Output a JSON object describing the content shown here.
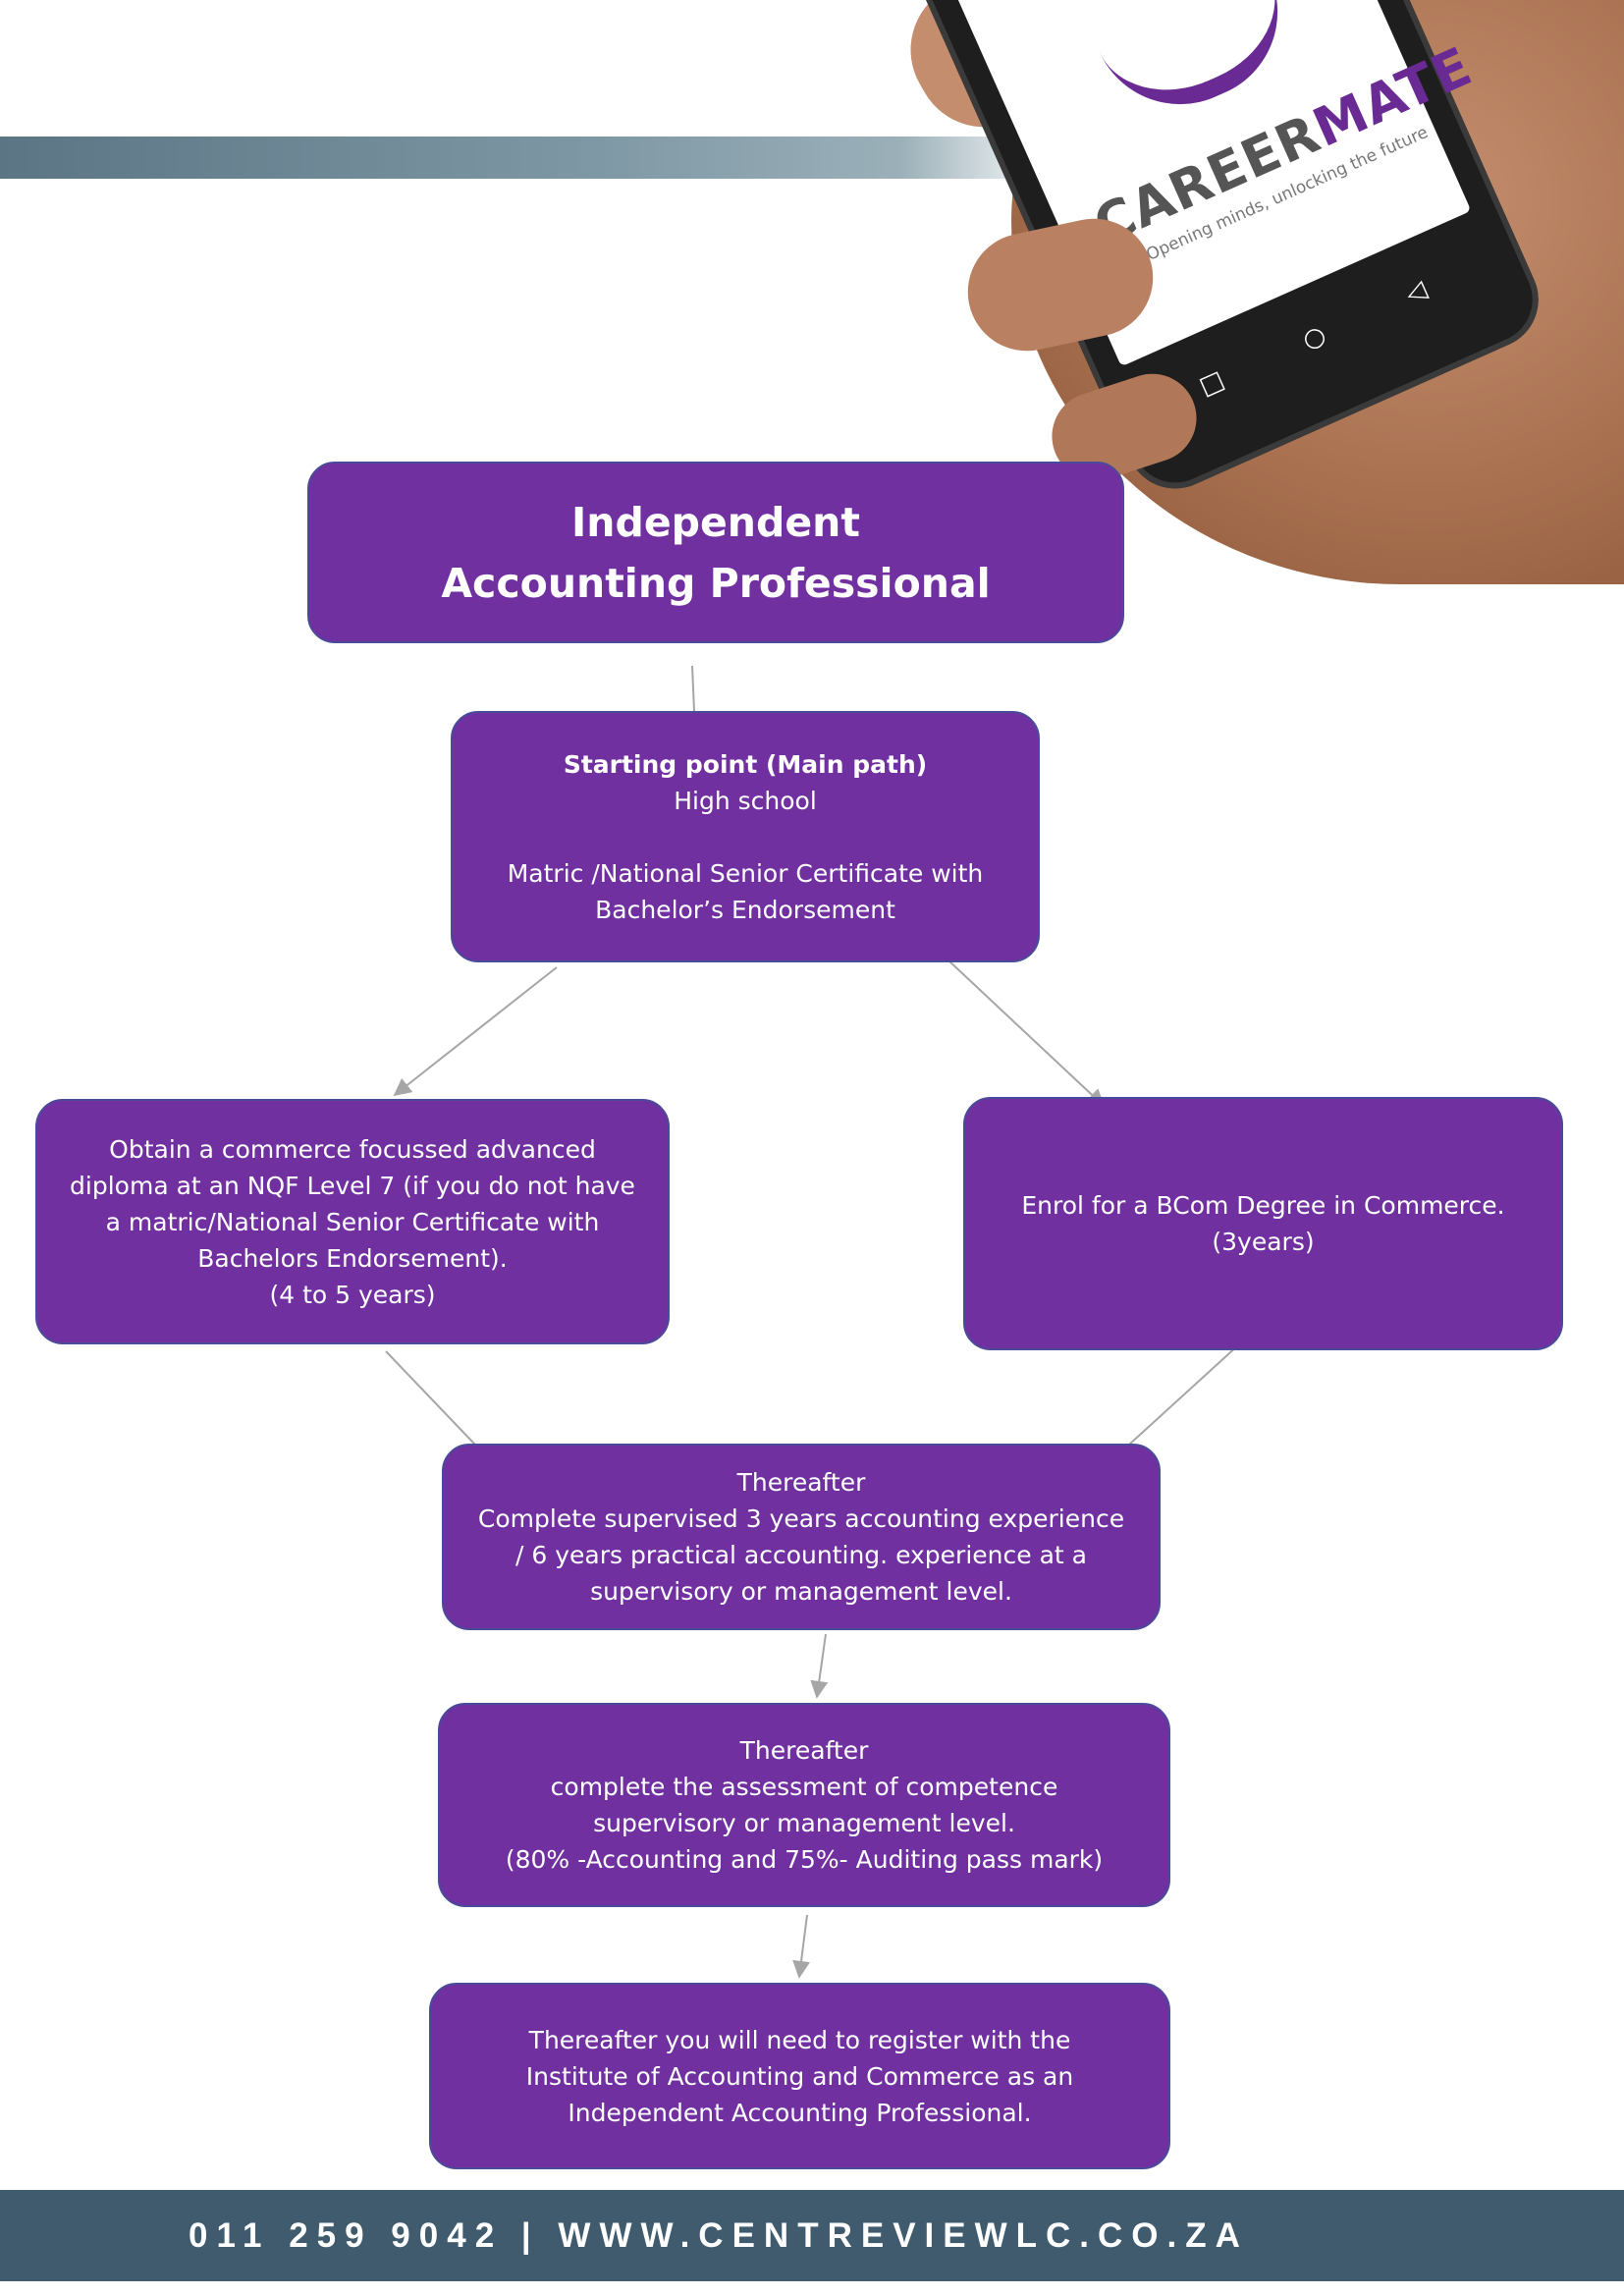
{
  "header": {
    "logo_left": "CAREER",
    "logo_right": "MATE",
    "tagline": "Opening minds, unlocking the future"
  },
  "diagram": {
    "title": "Independent Accounting Professional",
    "start": {
      "heading": "Starting point (Main path)",
      "line1": "High school",
      "line2": "Matric /National Senior Certificate with Bachelor’s Endorsement"
    },
    "left_path": "Obtain a commerce focussed advanced diploma at an NQF Level 7 (if you do not have a matric/National Senior Certificate with Bachelors Endorsement).",
    "left_duration": "(4 to 5 years)",
    "right_path": "Enrol for a BCom Degree in Commerce.",
    "right_duration": "(3years)",
    "step1_heading": "Thereafter",
    "step1_text": "Complete supervised 3 years accounting experience / 6 years practical accounting. experience at a supervisory or management level.",
    "step2_heading": "Thereafter",
    "step2_text": "complete the assessment of competence supervisory or management level.",
    "step2_note": "(80% -Accounting and 75%- Auditing pass mark)",
    "final_text": "Thereafter you will need to register with the Institute of Accounting and Commerce as an Independent Accounting Professional."
  },
  "footer": {
    "contact": "011 259 9042  | WWW.CENTREVIEWLC.CO.ZA"
  },
  "colors": {
    "box_fill": "#7030a0",
    "box_border": "#4a4a9a",
    "band": "#405b6d",
    "connector": "#a6a6a6"
  }
}
